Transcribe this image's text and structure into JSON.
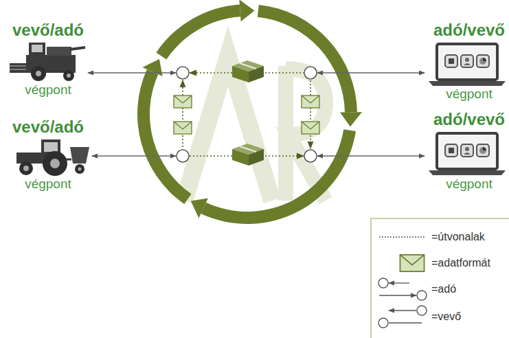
{
  "diagram": {
    "nodes": [
      {
        "text": [
          "vevő/adó",
          "végpont"
        ]
      },
      {
        "text": [
          "adó/vevő",
          "végpont"
        ]
      },
      {
        "text": [
          "vevő/adó",
          "végpont"
        ]
      },
      {
        "text": [
          "adó/vevő",
          "végpont"
        ]
      }
    ],
    "legend": [
      {
        "text": "=útvonalak"
      },
      {
        "text": "=adatformát"
      },
      {
        "text": "=adó"
      },
      {
        "text": "=vevő"
      }
    ]
  }
}
